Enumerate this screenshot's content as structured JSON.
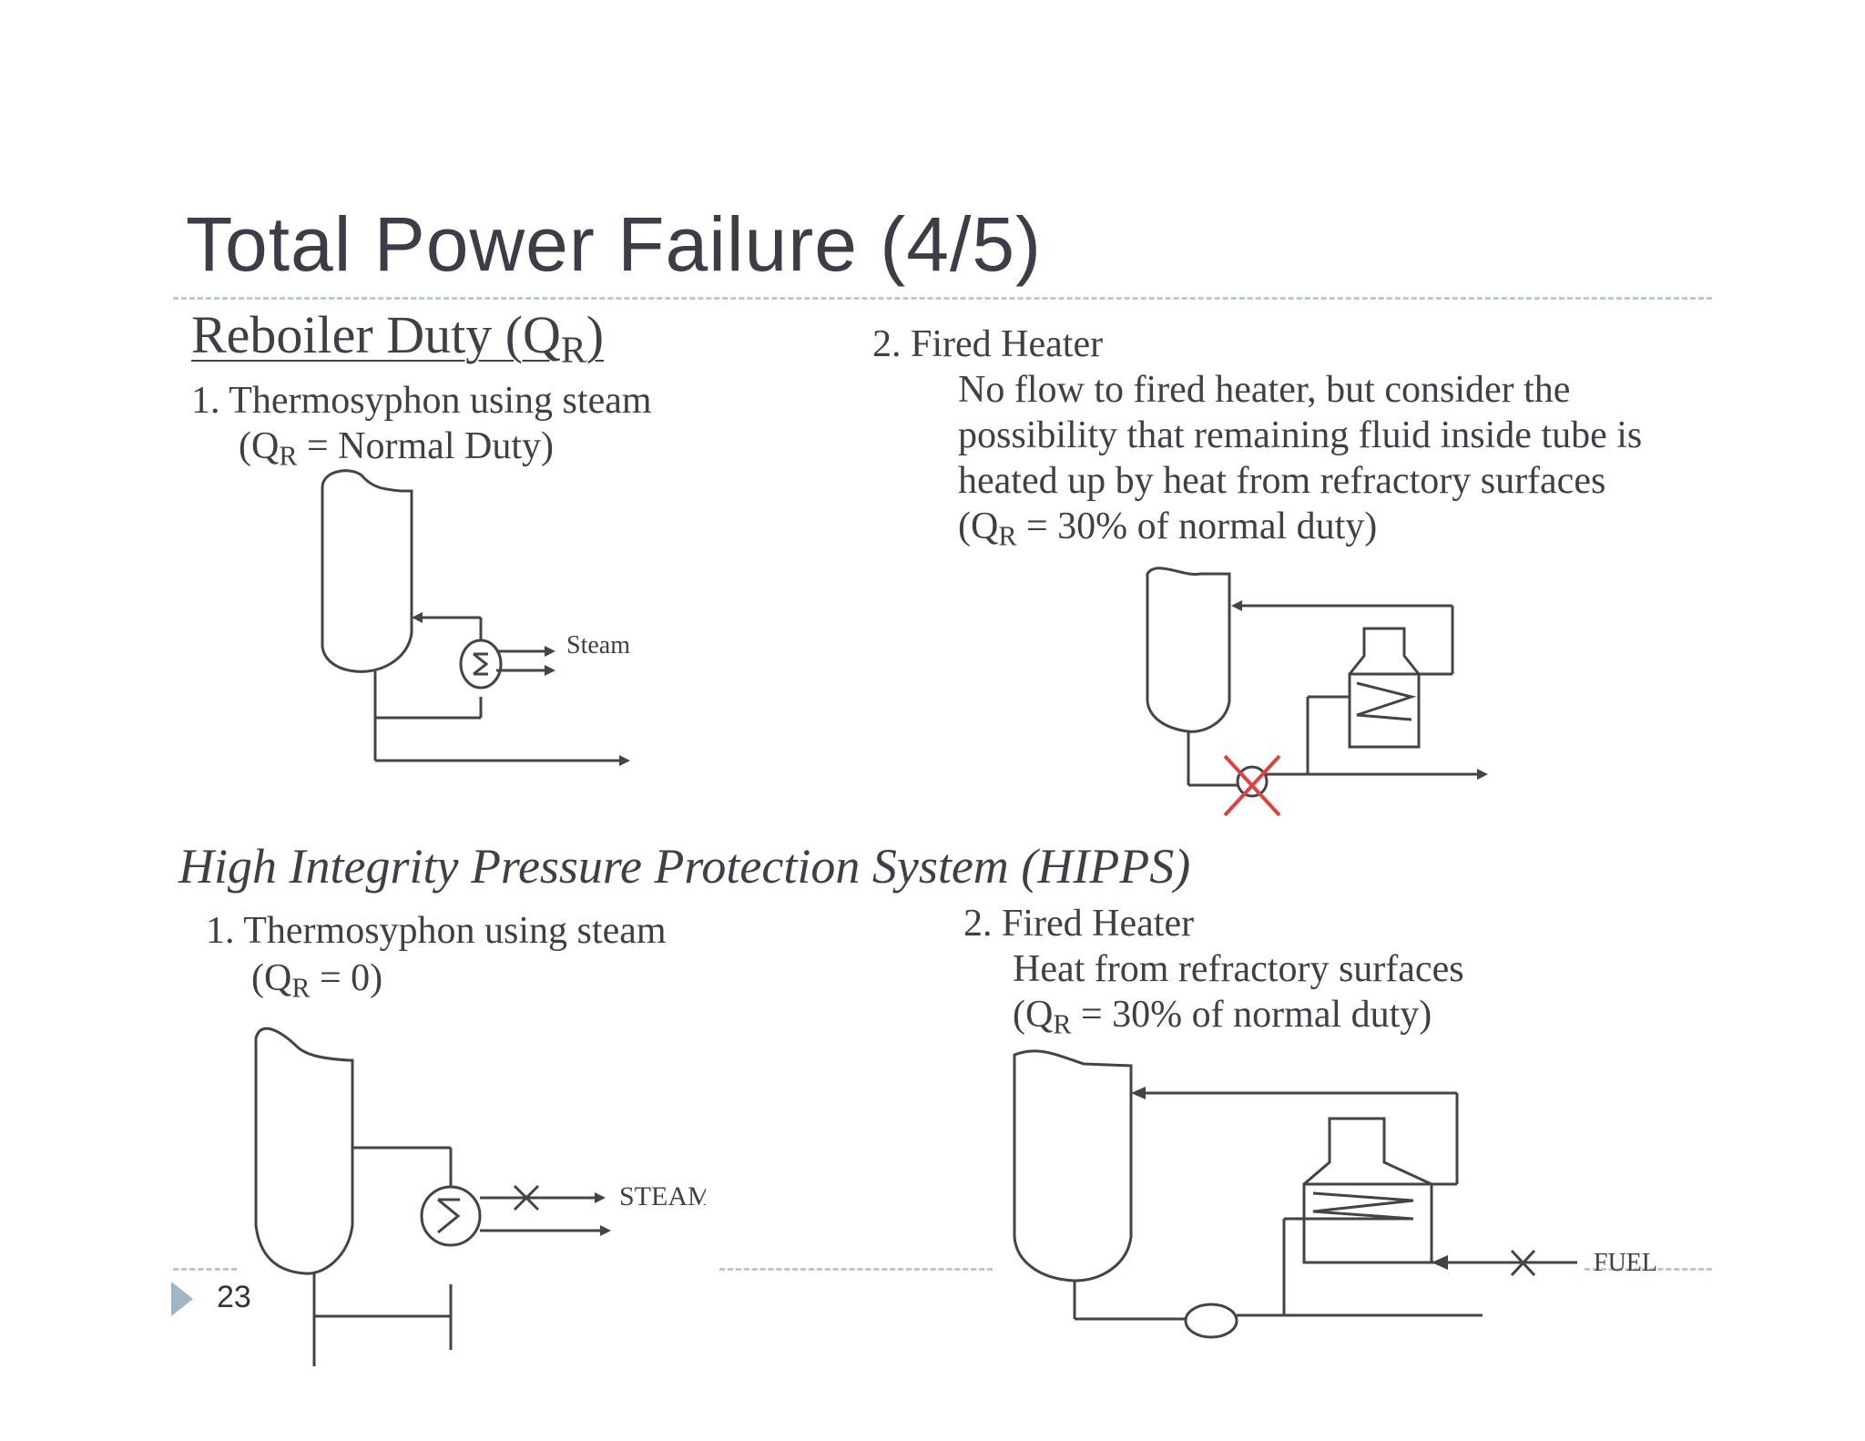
{
  "slide": {
    "title": "Total Power Failure (4/5)",
    "page_number": "23"
  },
  "reboiler": {
    "heading_prefix": "Reboiler Duty (Q",
    "heading_sub": "R",
    "heading_suffix": ")",
    "item1": {
      "label": "1. Thermosyphon using steam",
      "paren_prefix": "(Q",
      "paren_sub": "R",
      "paren_suffix": " = Normal Duty)",
      "diagram_label": "Steam"
    },
    "item2": {
      "label": "2. Fired Heater",
      "line1": "No flow to fired heater, but consider the",
      "line2": "possibility that remaining fluid inside tube is",
      "line3": "heated up by heat from refractory surfaces",
      "paren_prefix": "(Q",
      "paren_sub": "R",
      "paren_suffix": " = 30% of normal duty)"
    }
  },
  "hipps": {
    "heading": "High Integrity Pressure Protection System (HIPPS)",
    "item1": {
      "label": "1. Thermosyphon using steam",
      "paren_prefix": "(Q",
      "paren_sub": "R",
      "paren_suffix": " = 0)",
      "diagram_label": "STEAM"
    },
    "item2": {
      "label": "2. Fired Heater",
      "line1": "Heat from refractory surfaces",
      "paren_prefix": "(Q",
      "paren_sub": "R",
      "paren_suffix": " = 30% of normal duty)",
      "diagram_label": "FUEL"
    }
  },
  "colors": {
    "accent_triangle": "#9fb6c9",
    "divider": "#b9c8d3",
    "text": "#3f3f47",
    "failure_mark": "#e0413f"
  }
}
